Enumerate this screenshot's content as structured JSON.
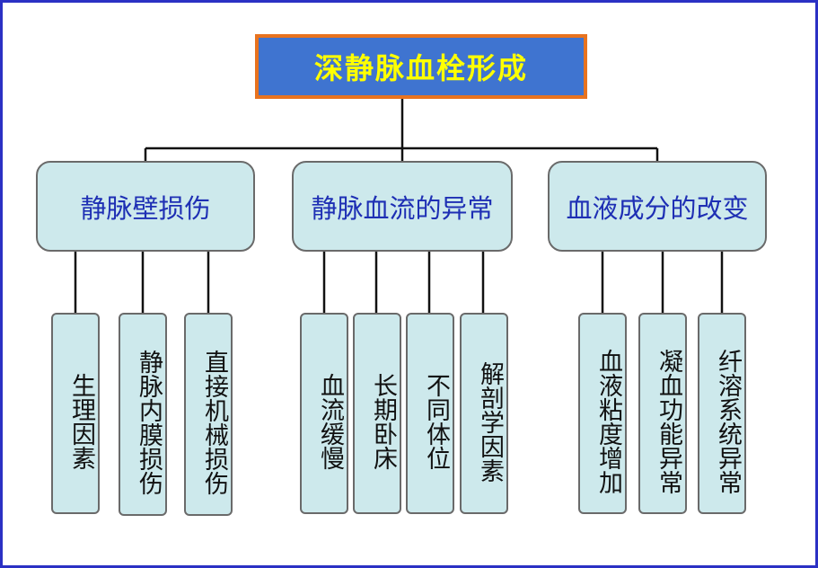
{
  "title": "深静脉血栓形成",
  "categories": [
    {
      "label": "静脉壁损伤",
      "children": [
        "生理因素",
        "静脉内膜损伤",
        "直接机械损伤"
      ]
    },
    {
      "label": "静脉血流的异常",
      "children": [
        "血流缓慢",
        "长期卧床",
        "不同体位",
        "解剖学因素"
      ]
    },
    {
      "label": "血液成分的改变",
      "children": [
        "血液粘度增加",
        "凝血功能异常",
        "纤溶系统异常"
      ]
    }
  ],
  "colors": {
    "frame": "#2b31c4",
    "title_fill": "#3f74d0",
    "title_border": "#e8731f",
    "title_text": "#ffff00",
    "box_fill": "#cde9ec",
    "category_text": "#1e2fb4"
  }
}
